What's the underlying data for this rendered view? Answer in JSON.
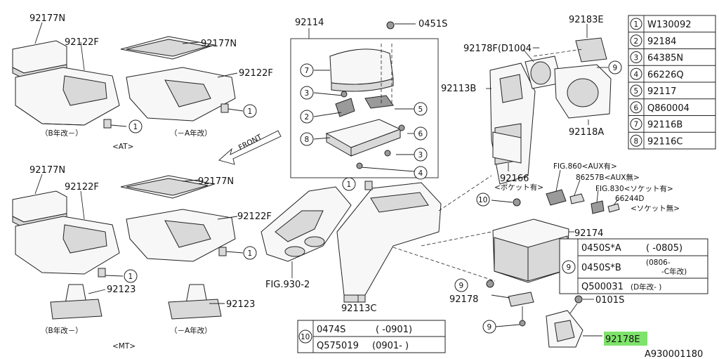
{
  "callouts": {
    "at_92177N_a": "92177N",
    "at_92122F_a": "92122F",
    "at_92177N_b": "92177N",
    "at_92122F_b": "92122F",
    "at_range_a": "（B年改－）",
    "at_range_b": "（－A年改）",
    "at_label": "<AT>",
    "mt_92177N_a": "92177N",
    "mt_92122F_a": "92122F",
    "mt_92177N_b": "92177N",
    "mt_92122F_b": "92122F",
    "mt_92123_a": "92123",
    "mt_92123_b": "92123",
    "mt_range_a": "（B年改－）",
    "mt_range_b": "（－A年改）",
    "mt_label": "<MT>",
    "front": "FRONT",
    "p92114": "92114",
    "p0451S": "0451S",
    "p92183E": "92183E",
    "p92178F": "92178F(D1004－",
    "p92113B": "92113B",
    "p92118A": "92118A",
    "p92166": "92166",
    "p92166_note": "<ポケット有>",
    "fig860": "FIG.860<AUX有>",
    "p86257B": "86257B<AUX無>",
    "fig830": "FIG.830<ソケット有>",
    "p66244D": "66244D",
    "p66244D_note": "<ソケット無>",
    "p92174": "92174",
    "fig930": "FIG.930-2",
    "p92113C": "92113C",
    "p92178": "92178",
    "p0101S": "0101S",
    "p92178E": "92178E",
    "diagram_id": "A930001180"
  },
  "circle_nums": [
    "1",
    "2",
    "3",
    "4",
    "5",
    "6",
    "7",
    "8",
    "9",
    "10"
  ],
  "legend": [
    {
      "num": "1",
      "part": "W130092"
    },
    {
      "num": "2",
      "part": "92184"
    },
    {
      "num": "3",
      "part": "64385N"
    },
    {
      "num": "4",
      "part": "66226Q"
    },
    {
      "num": "5",
      "part": "92117"
    },
    {
      "num": "6",
      "part": "Q860004"
    },
    {
      "num": "7",
      "part": "92116B"
    },
    {
      "num": "8",
      "part": "92116C"
    }
  ],
  "table9": {
    "num": "9",
    "rows": [
      {
        "part": "0450S*A",
        "range": "(  -0805)"
      },
      {
        "part": "0450S*B",
        "range_line1": "(0806-",
        "range_line2": "-C年改)"
      },
      {
        "part": "Q500031",
        "range": "(D年改-     )"
      }
    ]
  },
  "table10": {
    "num": "10",
    "rows": [
      {
        "part": "0474S",
        "range": "(  -0901)"
      },
      {
        "part": "Q575019",
        "range": "(0901-  )"
      }
    ]
  },
  "colors": {
    "highlight": "#7ee36a",
    "ink": "#222222"
  }
}
